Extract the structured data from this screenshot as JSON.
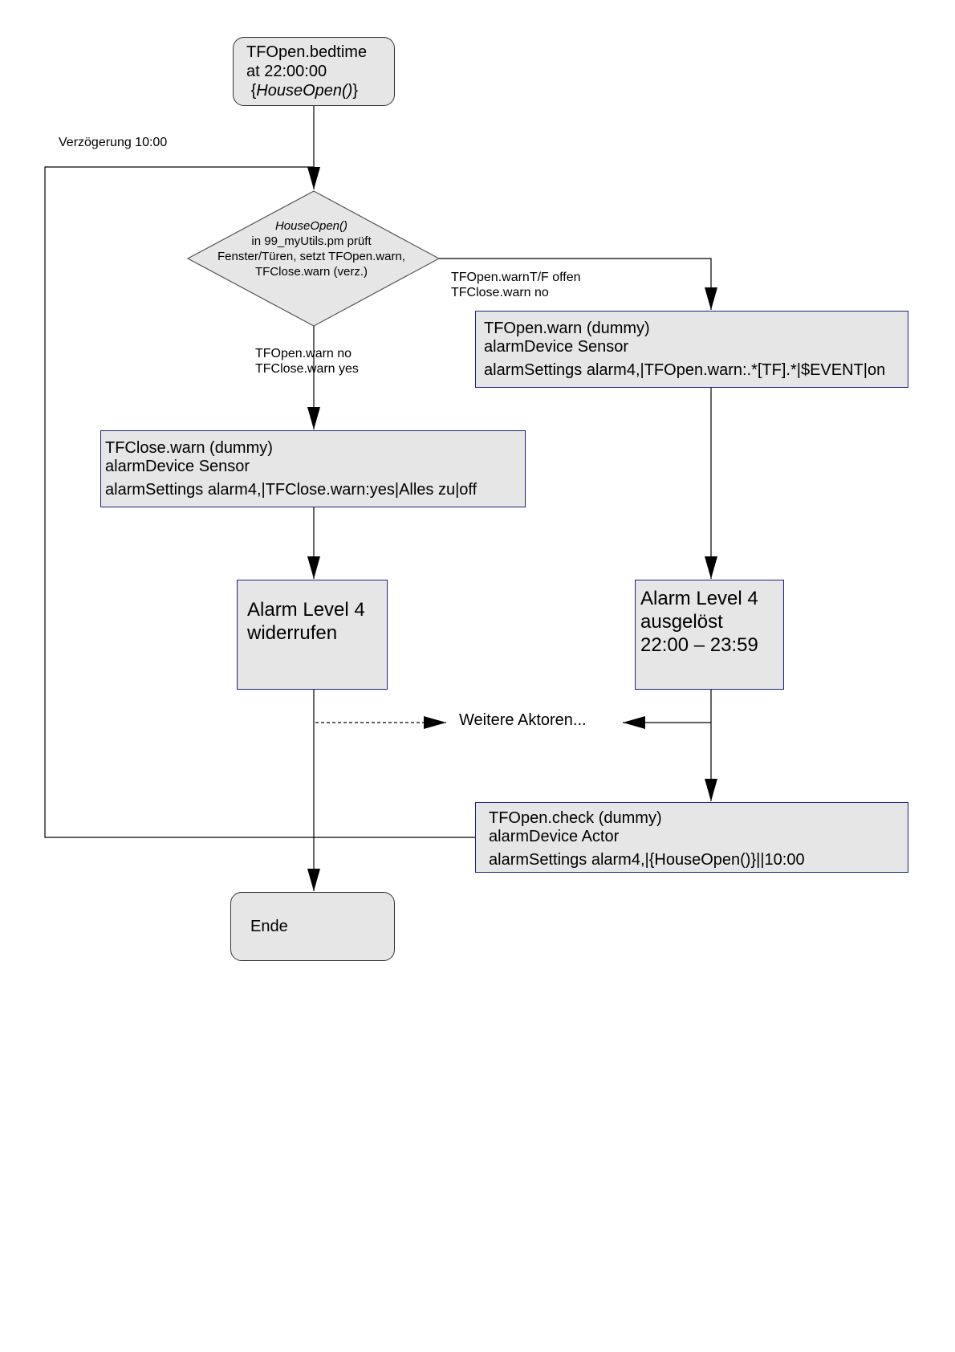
{
  "start_node": {
    "line1": "TFOpen.bedtime",
    "line2": "at 22:00:00",
    "line3_prefix": "{",
    "line3_func": "HouseOpen()",
    "line3_suffix": "}"
  },
  "delay_label": "Verzögerung 10:00",
  "decision": {
    "title": "HouseOpen()",
    "line2": "in 99_myUtils.pm prüft",
    "line3": "Fenster/Türen, setzt TFOpen.warn,",
    "line4": "TFClose.warn (verz.)"
  },
  "branch_right_label": {
    "line1": "TFOpen.warnT/F offen",
    "line2": "TFClose.warn no"
  },
  "branch_down_label": {
    "line1": "TFOpen.warn no",
    "line2": "TFClose.warn yes"
  },
  "tfopen_warn": {
    "line1": "TFOpen.warn (dummy)",
    "line2": "alarmDevice Sensor",
    "line3": "alarmSettings alarm4,|TFOpen.warn:.*[TF].*|$EVENT|on"
  },
  "tfclose_warn": {
    "line1": "TFClose.warn (dummy)",
    "line2": "alarmDevice Sensor",
    "line3": "alarmSettings alarm4,|TFClose.warn:yes|Alles zu|off"
  },
  "alarm_revoke": {
    "line1": "Alarm Level 4",
    "line2": "widerrufen"
  },
  "alarm_triggered": {
    "line1": "Alarm Level 4",
    "line2": "ausgelöst",
    "line3": "22:00 – 23:59"
  },
  "further_actors": "Weitere Aktoren...",
  "tfopen_check": {
    "line1": "TFOpen.check (dummy)",
    "line2": "alarmDevice Actor",
    "line3": "alarmSettings alarm4,|{HouseOpen()}||10:00"
  },
  "end_node": {
    "label": "Ende"
  }
}
